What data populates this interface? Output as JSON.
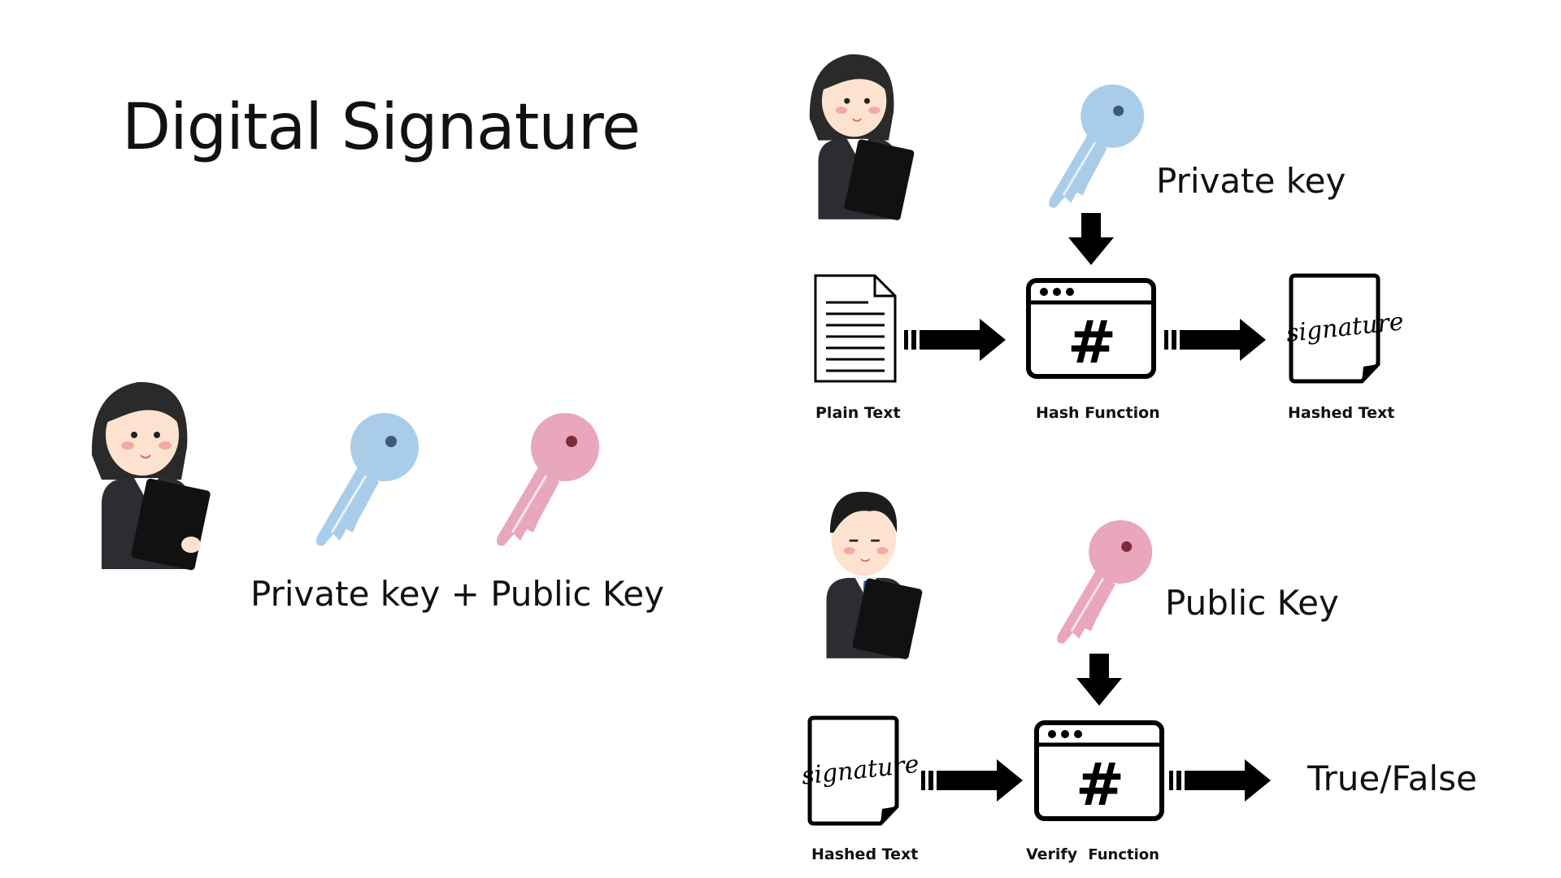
{
  "slide": {
    "title": "Digital Signature",
    "keys_caption": "Private key + Public Key"
  },
  "signing": {
    "key_label": "Private key",
    "steps": {
      "input_label": "Plain Text",
      "function_label": "Hash Function",
      "output_label": "Hashed Text"
    },
    "function_symbol": "#",
    "signature_text": "signature"
  },
  "verification": {
    "key_label": "Public Key",
    "steps": {
      "input_label": "Hashed Text",
      "function_label_a": "Verify",
      "function_label_b": "Function",
      "output_label": "True/False"
    },
    "function_symbol": "#",
    "signature_text": "signature"
  },
  "colors": {
    "private_key": "#a9cde9",
    "public_key": "#e8a7ba",
    "ink": "#000000",
    "suit": "#2b2d33"
  }
}
